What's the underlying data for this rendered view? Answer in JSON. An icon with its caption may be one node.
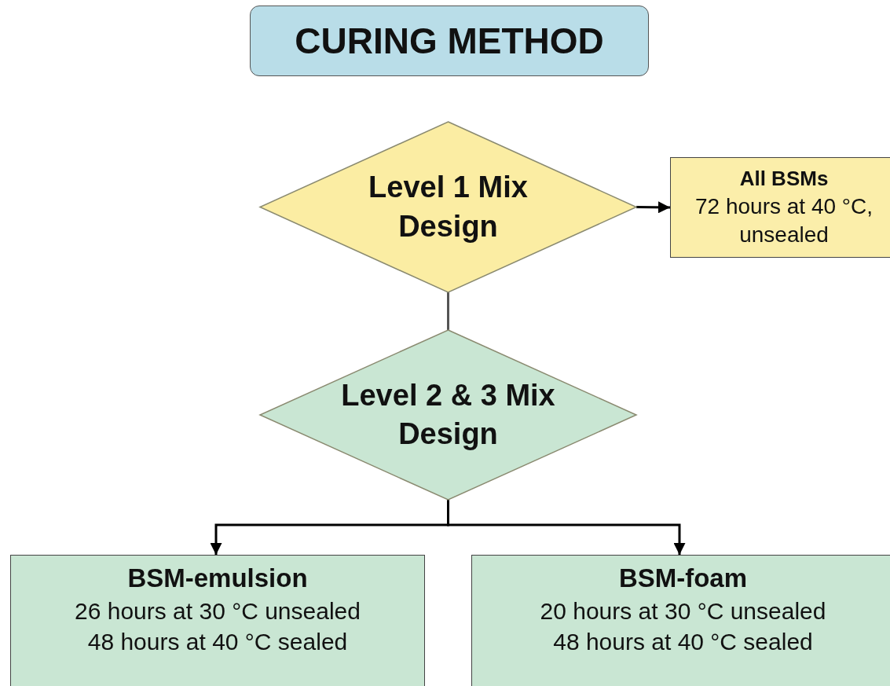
{
  "diagram": {
    "title": "CURING METHOD",
    "nodes": [
      {
        "text": [
          "Level 1 Mix Design"
        ]
      },
      {
        "text": [
          "All BSMs",
          "72 hours at 40 °C, unsealed"
        ]
      },
      {
        "text": [
          "Level 2 & 3 Mix Design"
        ]
      },
      {
        "text": [
          "BSM-emulsion",
          "26 hours at 30 °C unsealed",
          "48 hours at 40 °C sealed"
        ]
      },
      {
        "text": [
          "BSM-foam",
          "20 hours at 30 °C unsealed",
          "48 hours at 40 °C sealed"
        ]
      }
    ],
    "edges": [
      {
        "from": 0,
        "to": 1,
        "arrow": "to"
      },
      {
        "from": 0,
        "to": 2,
        "arrow": "none",
        "color": "#555555"
      },
      {
        "from": 2,
        "to": 3,
        "arrow": "to"
      },
      {
        "from": 2,
        "to": 4,
        "arrow": "to"
      }
    ]
  }
}
